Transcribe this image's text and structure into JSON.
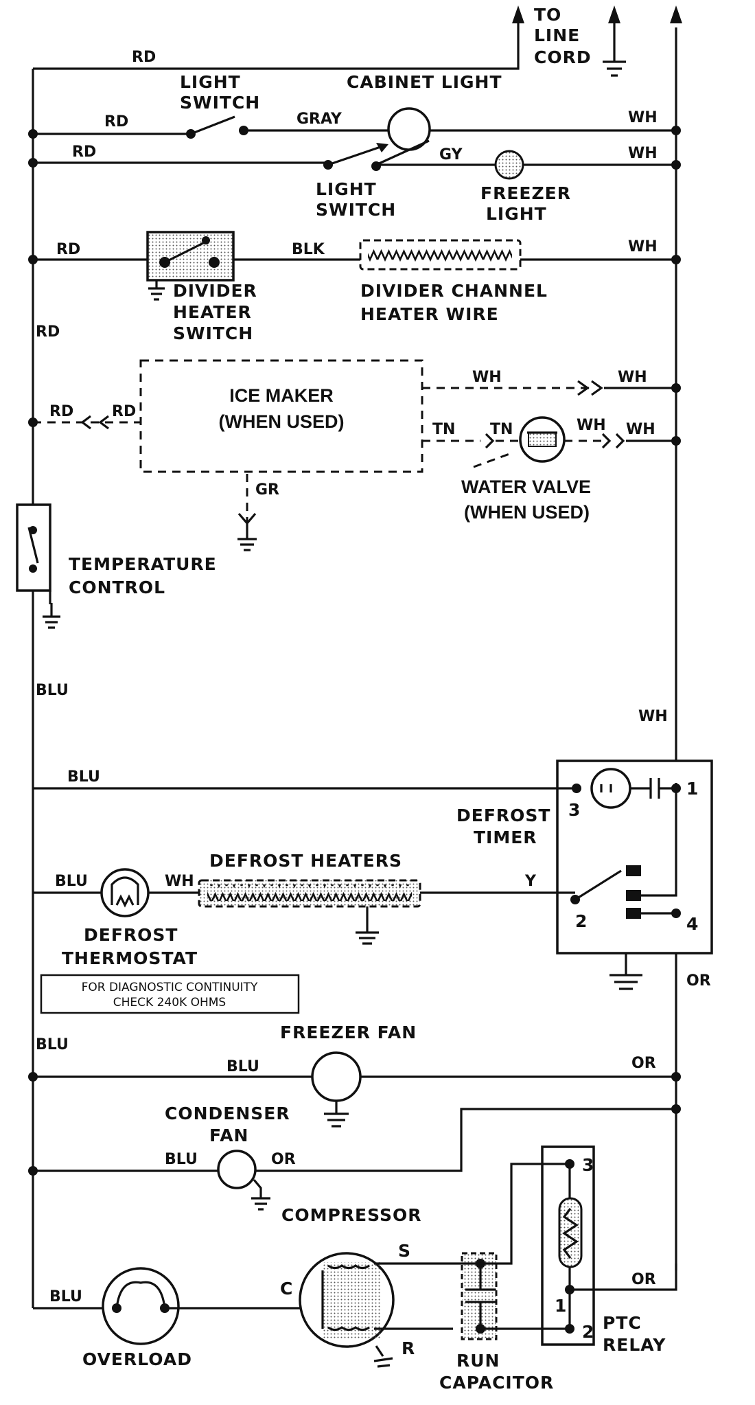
{
  "supply": {
    "line_cord": [
      "TO",
      "LINE",
      "CORD"
    ]
  },
  "wire_colors": {
    "rd_top": "RD",
    "rd_1": "RD",
    "rd_2": "RD",
    "rd_3": "RD",
    "rd_side": "RD",
    "rd_ice_a": "RD",
    "rd_ice_b": "RD",
    "gray": "GRAY",
    "gy": "GY",
    "blk": "BLK",
    "wh_1": "WH",
    "wh_2": "WH",
    "wh_3": "WH",
    "wh_4": "WH",
    "wh_5": "WH",
    "wh_6": "WH",
    "wh_7": "WH",
    "wh_right": "WH",
    "wh_thermo": "WH",
    "tn_1": "TN",
    "tn_2": "TN",
    "gr": "GR",
    "blu_side": "BLU",
    "blu_timer": "BLU",
    "blu_heat": "BLU",
    "blu_ff_side": "BLU",
    "blu_ff": "BLU",
    "blu_cond": "BLU",
    "blu_ovl": "BLU",
    "y": "Y",
    "or_1": "OR",
    "or_2": "OR",
    "or_3": "OR",
    "or_4": "OR"
  },
  "components": {
    "light_switch_1": [
      "LIGHT",
      "SWITCH"
    ],
    "cabinet_light": "CABINET LIGHT",
    "light_switch_2": [
      "LIGHT",
      "SWITCH"
    ],
    "freezer_light": [
      "FREEZER",
      "LIGHT"
    ],
    "divider_switch": [
      "DIVIDER",
      "HEATER",
      "SWITCH"
    ],
    "divider_heater": [
      "DIVIDER CHANNEL",
      "HEATER WIRE"
    ],
    "ice_maker": [
      "ICE MAKER",
      "(WHEN USED)"
    ],
    "water_valve": [
      "WATER VALVE",
      "(WHEN USED)"
    ],
    "temperature_control": [
      "TEMPERATURE",
      "CONTROL"
    ],
    "defrost_timer": [
      "DEFROST",
      "TIMER"
    ],
    "defrost_heaters": "DEFROST HEATERS",
    "defrost_thermostat": [
      "DEFROST",
      "THERMOSTAT"
    ],
    "diagnostic_note": [
      "FOR DIAGNOSTIC CONTINUITY",
      "CHECK 240K OHMS"
    ],
    "freezer_fan": "FREEZER FAN",
    "condenser_fan": [
      "CONDENSER",
      "FAN"
    ],
    "compressor": "COMPRESSOR",
    "overload": "OVERLOAD",
    "run_capacitor": [
      "RUN",
      "CAPACITOR"
    ],
    "ptc_relay": [
      "PTC",
      "RELAY"
    ]
  },
  "terminals": {
    "timer_1": "1",
    "timer_2": "2",
    "timer_3": "3",
    "timer_4": "4",
    "comp_s": "S",
    "comp_c": "C",
    "comp_r": "R",
    "ptc_3": "3",
    "ptc_1": "1",
    "ptc_2": "2"
  }
}
